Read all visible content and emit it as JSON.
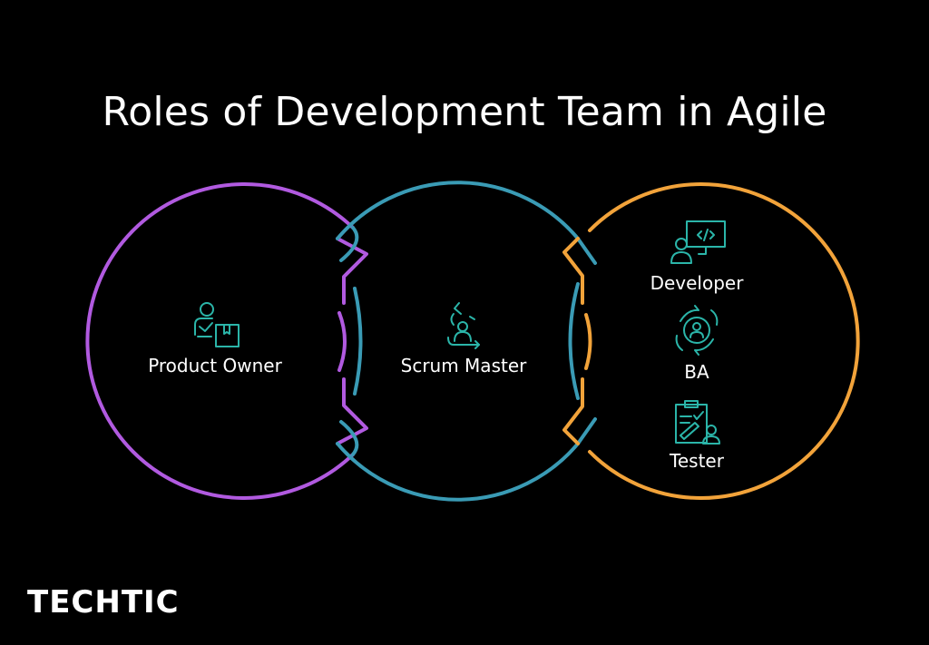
{
  "title": "Roles of Development Team in Agile",
  "circles": [
    {
      "label": "Product Owner",
      "color": "#b15ae0",
      "icon": "product-owner-icon"
    },
    {
      "label": "Scrum Master",
      "color": "#3a9bb5",
      "icon": "scrum-master-icon"
    },
    {
      "color": "#f2a33a",
      "roles": [
        {
          "label": "Developer",
          "icon": "developer-icon"
        },
        {
          "label": "BA",
          "icon": "business-analyst-icon"
        },
        {
          "label": "Tester",
          "icon": "tester-icon"
        }
      ]
    }
  ],
  "icon_color": "#2bb5a9",
  "logo": "TECHTIC"
}
